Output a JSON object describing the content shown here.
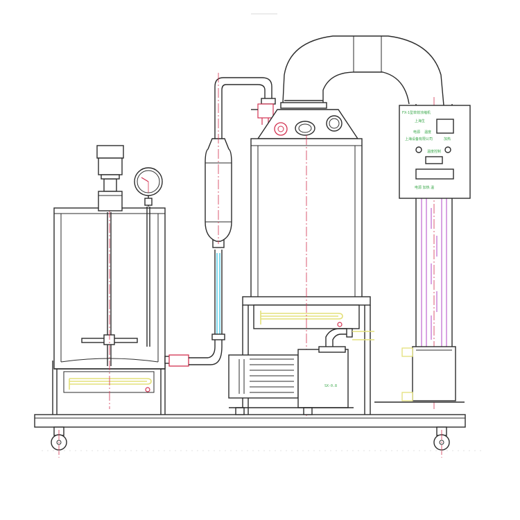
{
  "colors": {
    "outline": "#2a2a2a",
    "centerline": "#d2304f",
    "heating": "#e3e07a",
    "cooling_tube": "#49c8e3",
    "panel_lines": "#c77ad6",
    "panel_marks": "#3aa84a",
    "valve": "#d2304f"
  },
  "control_panel": {
    "title": "FX-1型单效浓缩机",
    "subtitle": "上海生",
    "label_a": "电源",
    "label_b": "温度",
    "label_c": "上海设备有限公司",
    "label_d": "加热",
    "label_e": "温度控制",
    "label_f": "电源 加热 温",
    "model": "FX-1"
  },
  "pump": {
    "model_label": "SX-0.8"
  },
  "icons": [
    "gauge-icon",
    "motor-icon",
    "valve-icon",
    "wheel-icon",
    "sight-glass-icon"
  ]
}
